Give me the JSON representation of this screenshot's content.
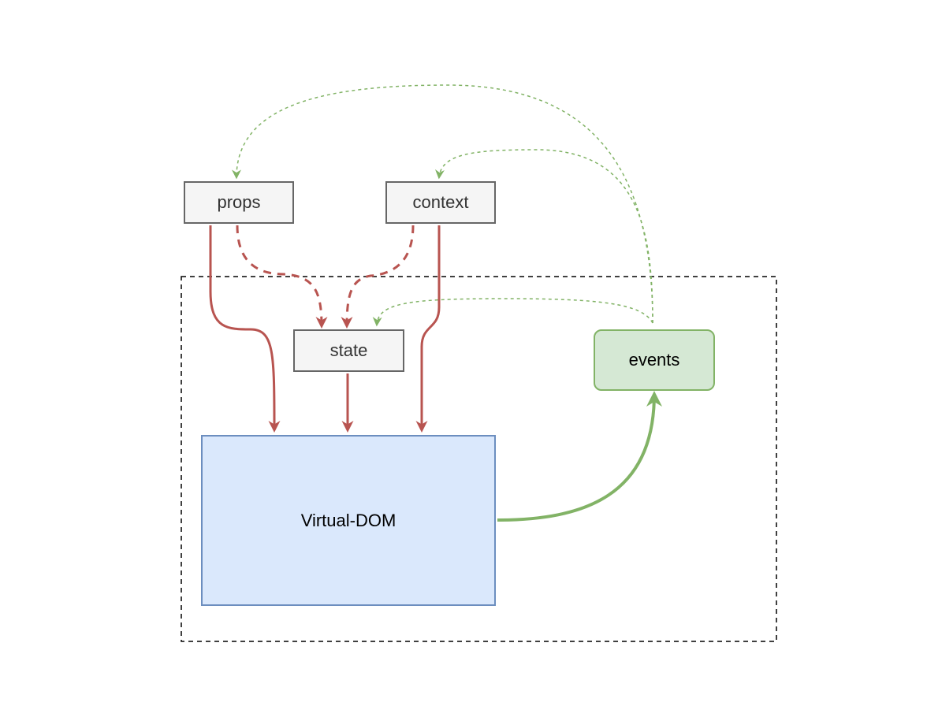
{
  "diagram": {
    "nodes": {
      "props": {
        "label": "props"
      },
      "context": {
        "label": "context"
      },
      "state": {
        "label": "state"
      },
      "events": {
        "label": "events"
      },
      "virtual_dom": {
        "label": "Virtual-DOM"
      }
    },
    "colors": {
      "red_arrow": "#b85450",
      "green_arrow": "#82b366",
      "boundary": "#000000",
      "gray_fill": "#f5f5f5",
      "gray_stroke": "#666666",
      "blue_fill": "#dae8fc",
      "blue_stroke": "#6c8ebf",
      "green_fill": "#d5e8d4",
      "green_stroke": "#82b366"
    },
    "edges": [
      {
        "from": "props",
        "to": "virtual_dom",
        "style": "solid",
        "color": "red"
      },
      {
        "from": "props",
        "to": "state",
        "style": "dashed",
        "color": "red"
      },
      {
        "from": "context",
        "to": "state",
        "style": "dashed",
        "color": "red"
      },
      {
        "from": "context",
        "to": "virtual_dom",
        "style": "solid",
        "color": "red"
      },
      {
        "from": "state",
        "to": "virtual_dom",
        "style": "solid",
        "color": "red"
      },
      {
        "from": "virtual_dom",
        "to": "events",
        "style": "solid",
        "color": "green"
      },
      {
        "from": "events",
        "to": "state",
        "style": "dotted",
        "color": "green"
      },
      {
        "from": "events",
        "to": "context",
        "style": "dotted",
        "color": "green"
      },
      {
        "from": "events",
        "to": "props",
        "style": "dotted",
        "color": "green"
      }
    ]
  }
}
